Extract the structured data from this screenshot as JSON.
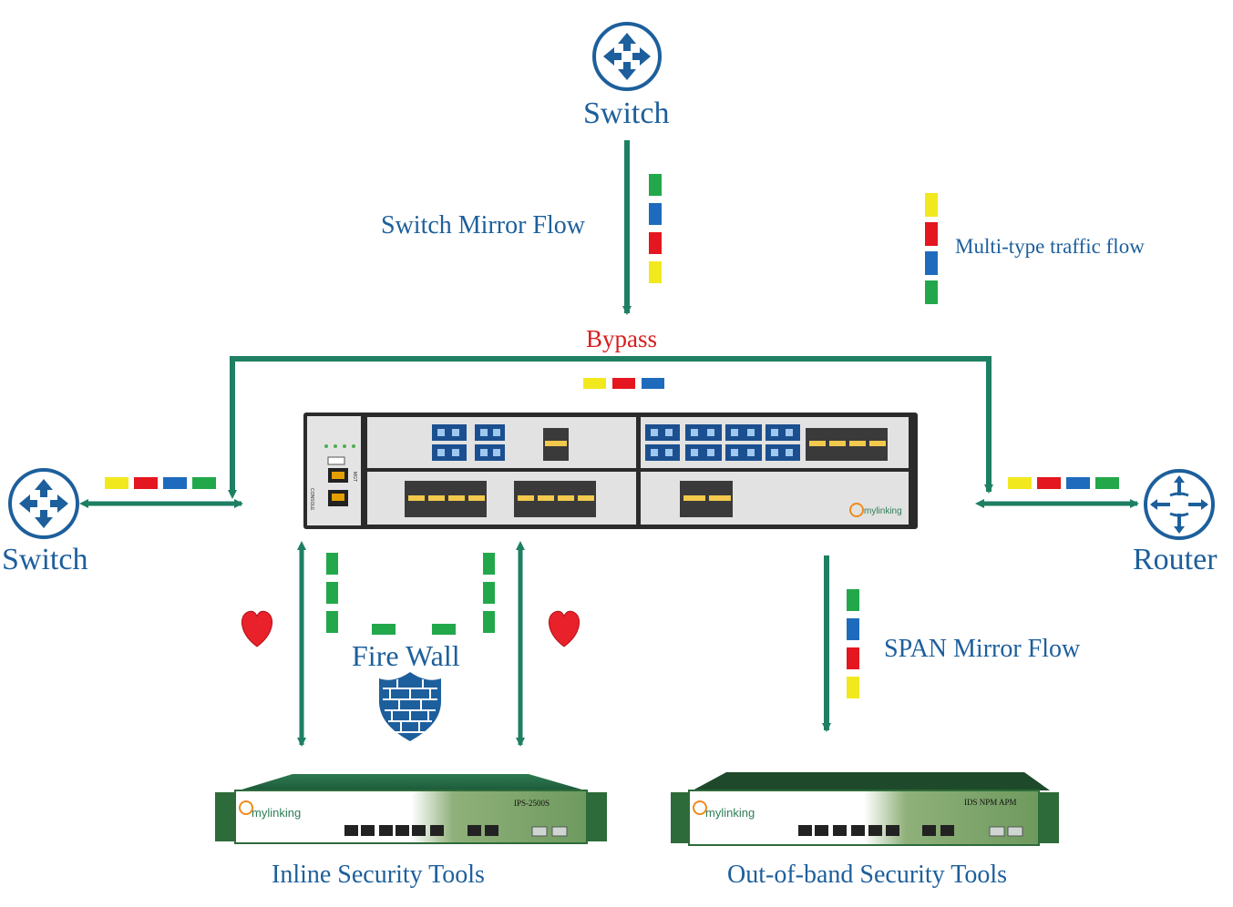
{
  "nodes": {
    "top_switch": "Switch",
    "left_switch": "Switch",
    "right_router": "Router",
    "firewall": "Fire Wall"
  },
  "labels": {
    "switch_mirror_flow": "Switch Mirror Flow",
    "multi_type_traffic": "Multi-type traffic flow",
    "bypass": "Bypass",
    "span_mirror_flow": "SPAN Mirror Flow",
    "inline_tools": "Inline Security Tools",
    "oob_tools": "Out-of-band Security Tools"
  },
  "devices": {
    "inline_model": "IPS-2500S",
    "oob_model": "IDS NPM APM",
    "brand": "mylinking",
    "panel_console": "CONSOLE",
    "panel_mgt": "MGT"
  },
  "colors": {
    "flow_line": "#1e7f62",
    "icon_blue": "#1d5f9c",
    "bypass_red": "#d81e1e",
    "yellow": "#f2e81e",
    "red": "#e4161f",
    "blue": "#1e6bbd",
    "green": "#22a84a",
    "heart": "#e8212a"
  }
}
